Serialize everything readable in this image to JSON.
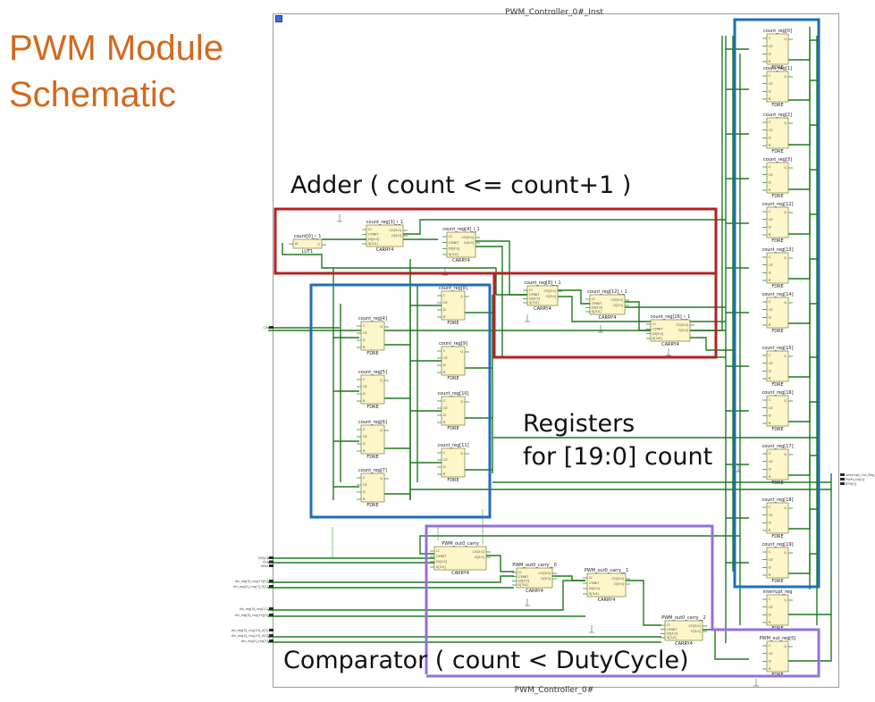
{
  "title": {
    "line1": "PWM Module",
    "line2": "Schematic"
  },
  "schematic": {
    "top_caption": "PWM_Controller_0#_Inst",
    "bottom_caption": "PWM_Controller_0#"
  },
  "annotations": {
    "adder": "Adder ( count <= count+1 )",
    "registers_line1": "Registers",
    "registers_line2": "for [19:0] count",
    "comparator": "Comparator ( count < DutyCycle)"
  },
  "colors": {
    "title": "#d2691e",
    "adder_box": "#b22222",
    "registers_box": "#1f6fb5",
    "comparator_box": "#9370db",
    "cell_fill": "#fdf6c8",
    "cell_stroke": "#7a7a3a",
    "wire": "#1f7a1f"
  },
  "cells": {
    "lut": {
      "label": "count[0]_i_1",
      "type": "LUT1"
    },
    "carry_chain": [
      {
        "label": "count_reg[3]_i_1",
        "type": "CARRY4"
      },
      {
        "label": "count_reg[4]_i_1",
        "type": "CARRY4"
      },
      {
        "label": "count_reg[8]_i_1",
        "type": "CARRY4"
      },
      {
        "label": "count_reg[12]_i_1",
        "type": "CARRY4"
      },
      {
        "label": "count_reg[16]_i_1",
        "type": "CARRY4"
      }
    ],
    "regs_left_a": [
      {
        "label": "count_reg[4]",
        "type": "FDRE"
      },
      {
        "label": "count_reg[5]",
        "type": "FDRE"
      },
      {
        "label": "count_reg[6]",
        "type": "FDRE"
      },
      {
        "label": "count_reg[7]",
        "type": "FDRE"
      }
    ],
    "regs_left_b": [
      {
        "label": "count_reg[8]",
        "type": "FDRE"
      },
      {
        "label": "count_reg[9]",
        "type": "FDRE"
      },
      {
        "label": "count_reg[10]",
        "type": "FDRE"
      },
      {
        "label": "count_reg[11]",
        "type": "FDRE"
      }
    ],
    "regs_right": [
      {
        "label": "count_reg[0]",
        "type": "FDRE"
      },
      {
        "label": "count_reg[1]",
        "type": "FDRE"
      },
      {
        "label": "count_reg[2]",
        "type": "FDRE"
      },
      {
        "label": "count_reg[3]",
        "type": "FDRE"
      },
      {
        "label": "count_reg[12]",
        "type": "FDRE"
      },
      {
        "label": "count_reg[13]",
        "type": "FDRE"
      },
      {
        "label": "count_reg[14]",
        "type": "FDRE"
      },
      {
        "label": "count_reg[15]",
        "type": "FDRE"
      },
      {
        "label": "count_reg[16]",
        "type": "FDRE"
      },
      {
        "label": "count_reg[17]",
        "type": "FDRE"
      },
      {
        "label": "count_reg[18]",
        "type": "FDRE"
      },
      {
        "label": "count_reg[19]",
        "type": "FDRE"
      }
    ],
    "comparators": [
      {
        "label": "PWM_out0_carry",
        "type": "CARRY4"
      },
      {
        "label": "PWM_out0_carry__0",
        "type": "CARRY4"
      },
      {
        "label": "PWM_out0_carry__1",
        "type": "CARRY4"
      },
      {
        "label": "PWM_out0_carry__2",
        "type": "CARRY4"
      }
    ],
    "interrupt": {
      "label": "interrupt_reg",
      "type": "FDRE"
    },
    "pwm_out": {
      "label": "PWM_out_reg[0]",
      "type": "FDRE"
    }
  },
  "ports": {
    "clk": "Clk",
    "inputs_bottom": [
      "DIV[0]",
      "Rst",
      "dRst"
    ],
    "duty_inputs": [
      "div_reg[0]_reg[19][3]",
      "div_reg[0]_reg[7]_0[3]",
      "div_reg[0]_reg[11]",
      "div_reg[0]_reg[15][0]",
      "div_reg[0]_reg[19]_0[3]",
      "div_reg[0]_reg[3]",
      "div_reg[0]_reg[19]_0[3]"
    ],
    "outputs": [
      "interrupt_Out_Reg_0",
      "PWM_out[0]",
      "BTN[0]"
    ]
  }
}
